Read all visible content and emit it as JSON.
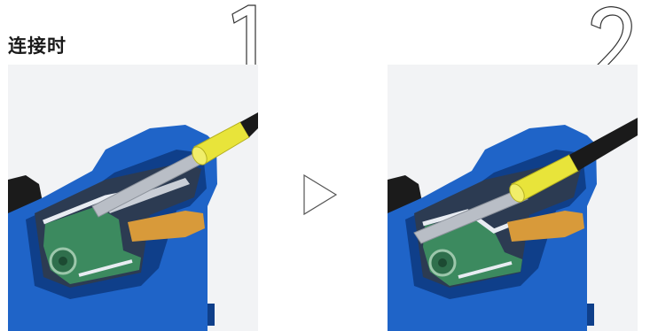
{
  "caption": "连接时",
  "steps": [
    {
      "number": "1",
      "description_state": "ferrule-approaching-terminal"
    },
    {
      "number": "2",
      "description_state": "ferrule-inserted-into-terminal"
    }
  ],
  "colors": {
    "housing_blue": "#1f64c8",
    "housing_dark": "#0f3f8a",
    "spring_green": "#3c8a5f",
    "ferrule_yellow": "#e8e43a",
    "contact_orange": "#d89a3a",
    "wire_black": "#1a1a1a",
    "background_grey": "#f2f3f5"
  },
  "icons": {
    "step_arrow": "triangle-right-outline-icon"
  }
}
